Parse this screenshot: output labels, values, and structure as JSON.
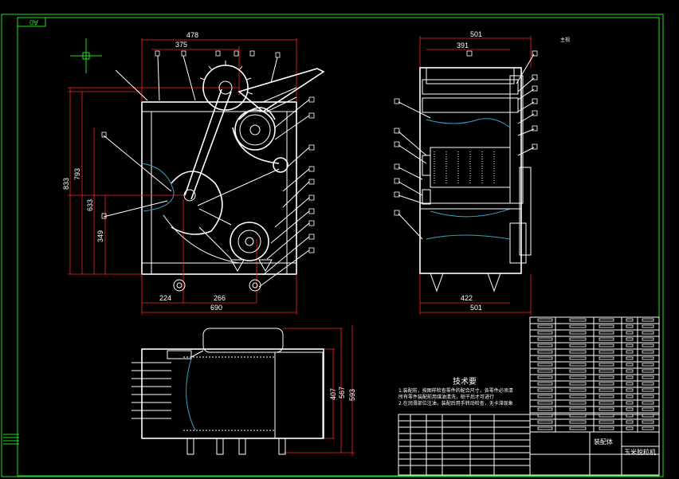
{
  "sheet_size": "A0",
  "front_view": {
    "top_dims": [
      "478",
      "375"
    ],
    "left_dims": [
      "833",
      "793",
      "633",
      "349"
    ],
    "bottom_dims": [
      "224",
      "266",
      "690"
    ]
  },
  "side_view": {
    "top_dims": [
      "501",
      "391"
    ],
    "top_label": "主视",
    "bottom_dims": [
      "422",
      "501"
    ]
  },
  "plan_view": {
    "right_dims": [
      "407",
      "567",
      "593"
    ]
  },
  "tech_req": {
    "title": "技术要",
    "lines": [
      "1.装配前，按图样检查零件的配合尺寸，各零件必须清",
      "所有零件装配前用煤油清洗，晾干后才可进行",
      "2.在润滑部位注油，装配后用手转动检查，无卡滞现象"
    ]
  },
  "title_block": {
    "assembly_label": "装配体",
    "drawing_name": "玉米脱粒机"
  }
}
